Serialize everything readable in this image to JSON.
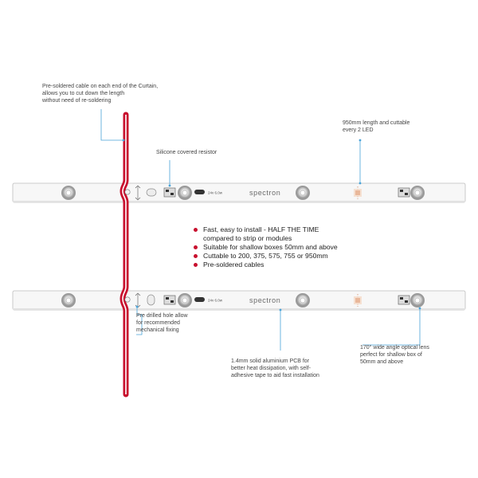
{
  "annotations": {
    "cable_note": "Pre-soldered cable on each end of the Curtain,\nallows you to cut down the length\nwithout need of re-soldering",
    "length_note": "950mm length and cuttable\nevery 2 LED",
    "resistor_note": "Silicone covered resistor",
    "hole_note": "Pre drilled hole allow\nfor recommended\nmechanical fixing",
    "pcb_note": "1.4mm solid aluminium PCB for\nbetter heat dissipation, with self-\nadhesive tape to aid fast installation",
    "lens_note": "170° wide angle optical lens\nperfect  for shallow box of\n50mm and above"
  },
  "features": [
    "Fast, easy to install - HALF THE TIME",
    "compared to strip or modules",
    "Suitable for shallow boxes 50mm and above",
    "Cuttable to 200, 375, 575, 755 or 950mm",
    "Pre-soldered cables"
  ],
  "strip": {
    "brand": "spectron",
    "spec_text": "24v 6.0w"
  },
  "colors": {
    "accent_red": "#c8102e",
    "leader_blue": "#4aa3d8",
    "strip_fill": "#f7f7f7",
    "strip_edge": "#bdbdbd"
  }
}
